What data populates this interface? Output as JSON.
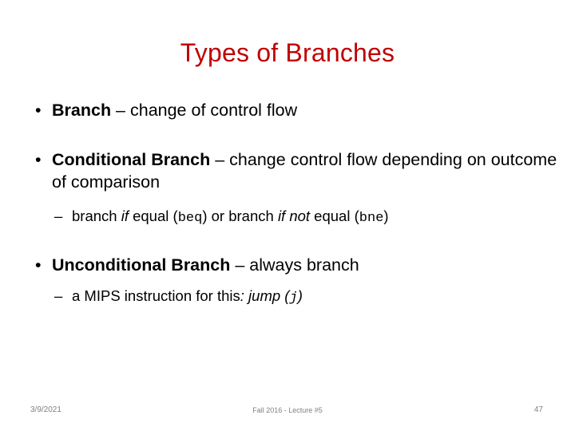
{
  "slide": {
    "title": "Types of Branches",
    "title_color": "#C00000",
    "background_color": "#FFFFFF",
    "body_text_color": "#000000",
    "footer_text_color": "#808080"
  },
  "bullets": [
    {
      "level": 1,
      "marker": "•",
      "lead_bold": "Branch",
      "rest": " – change of control flow"
    },
    {
      "level": 1,
      "marker": "•",
      "lead_bold": "Conditional Branch",
      "rest": " – change control flow depending on outcome of comparison"
    },
    {
      "level": 2,
      "marker": "–",
      "seg_1": "branch ",
      "seg_2_italic": "if",
      "seg_3": " equal (",
      "seg_4_mono": "beq",
      "seg_5": ") or branch ",
      "seg_6_italic": "if not",
      "seg_7": " equal (",
      "seg_8_mono": "bne",
      "seg_9": ")"
    },
    {
      "level": 1,
      "marker": "•",
      "lead_bold": "Unconditional Branch",
      "rest": " – always branch"
    },
    {
      "level": 2,
      "marker": "–",
      "seg_1": "a MIPS instruction for this",
      "seg_2_italic": ": jump (",
      "seg_3_mono_italic": "j",
      "seg_4_italic": ")"
    }
  ],
  "footer": {
    "date": "3/9/2021",
    "center": "Fall 2016 - Lecture #5",
    "page_number": "47"
  }
}
